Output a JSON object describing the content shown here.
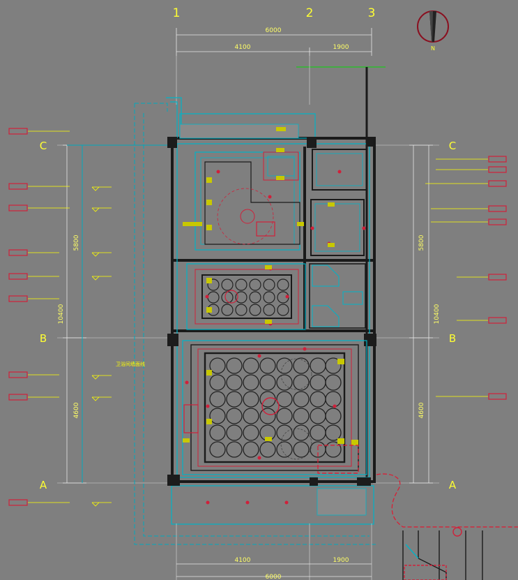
{
  "grid": {
    "columns": [
      "1",
      "2",
      "3"
    ],
    "rows": [
      "C",
      "B",
      "A"
    ]
  },
  "dimensions": {
    "top_total": "6000",
    "top_left": "4100",
    "top_right": "1900",
    "bottom_left": "4100",
    "bottom_right": "1900",
    "bottom_total": "6000",
    "left_vertical_upper": "5800",
    "left_vertical_mid": "10400",
    "left_vertical_lower": "4600",
    "right_vertical_upper": "5800",
    "right_vertical_mid": "10400",
    "right_vertical_lower": "4600"
  },
  "labels": {
    "center_note": "卫浴间墙面线",
    "compass_letter": "N"
  },
  "colors": {
    "background": "#7f7f7f",
    "grid_text": "#ffff33",
    "wall": "#1a1a1a",
    "cyan": "#00b4c8",
    "red": "#d0203a"
  }
}
